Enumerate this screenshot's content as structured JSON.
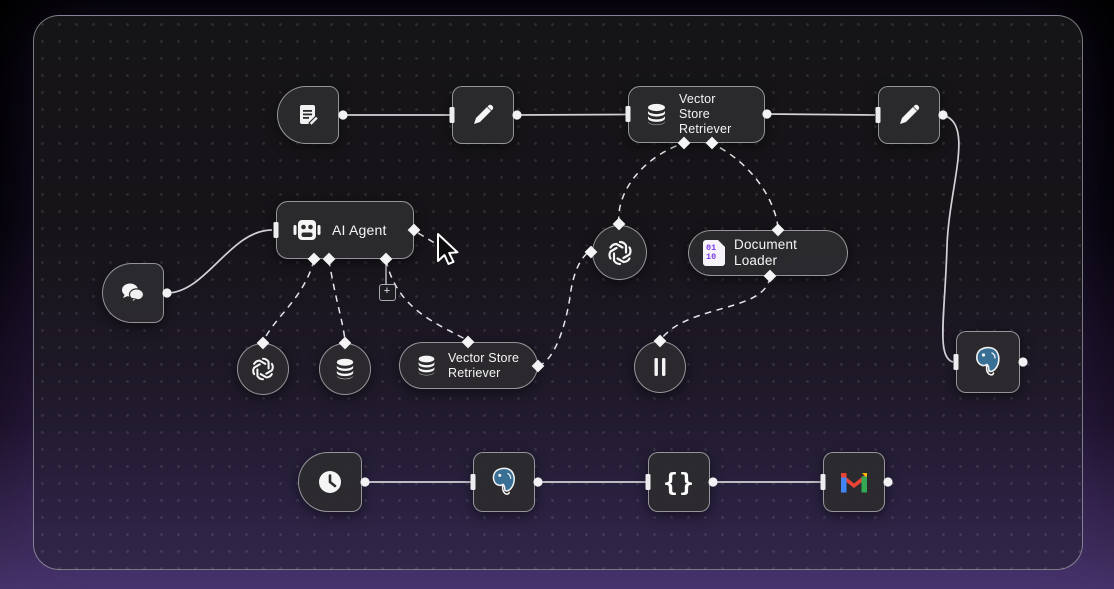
{
  "workflow": {
    "nodes": {
      "form_trigger": {
        "icon": "form-document-icon"
      },
      "edit_fields_1": {
        "icon": "pencil-icon"
      },
      "vector_store_retriever_top": {
        "label": "Vector Store Retriever",
        "icon": "database-icon"
      },
      "edit_fields_2": {
        "icon": "pencil-icon"
      },
      "chat_trigger": {
        "icon": "chat-bubbles-icon"
      },
      "ai_agent": {
        "label": "AI Agent",
        "icon": "robot-icon"
      },
      "openai_model_right": {
        "icon": "openai-icon"
      },
      "document_loader": {
        "label": "Document Loader",
        "icon": "binary-file-icon",
        "binary_lines": [
          "01",
          "10"
        ]
      },
      "openai_model_left": {
        "icon": "openai-icon"
      },
      "memory_database": {
        "icon": "database-icon"
      },
      "vector_store_retriever_mid": {
        "label": "Vector Store Retriever",
        "icon": "database-icon"
      },
      "text_splitter": {
        "icon": "pause-bars-icon"
      },
      "postgres_right": {
        "icon": "postgresql-icon"
      },
      "schedule_trigger": {
        "icon": "clock-icon"
      },
      "postgres_bottom": {
        "icon": "postgresql-icon"
      },
      "code_node": {
        "icon": "curly-braces-icon",
        "glyph": "{}"
      },
      "gmail_node": {
        "icon": "gmail-icon"
      }
    },
    "plus_connector": "+",
    "colors": {
      "canvas_top": "#151416",
      "canvas_bottom": "#322649",
      "node_fill": "#2c2b2e",
      "node_border": "#e4e4ea",
      "edge_solid": "#d2d2d8",
      "edge_dashed": "#e6e6ea",
      "binary_text": "#7c3aed",
      "postgres_blue": "#396e95",
      "gmail_red": "#EA4335",
      "gmail_blue": "#4285F4",
      "gmail_green": "#34A853",
      "gmail_yellow": "#FBBC04"
    }
  }
}
